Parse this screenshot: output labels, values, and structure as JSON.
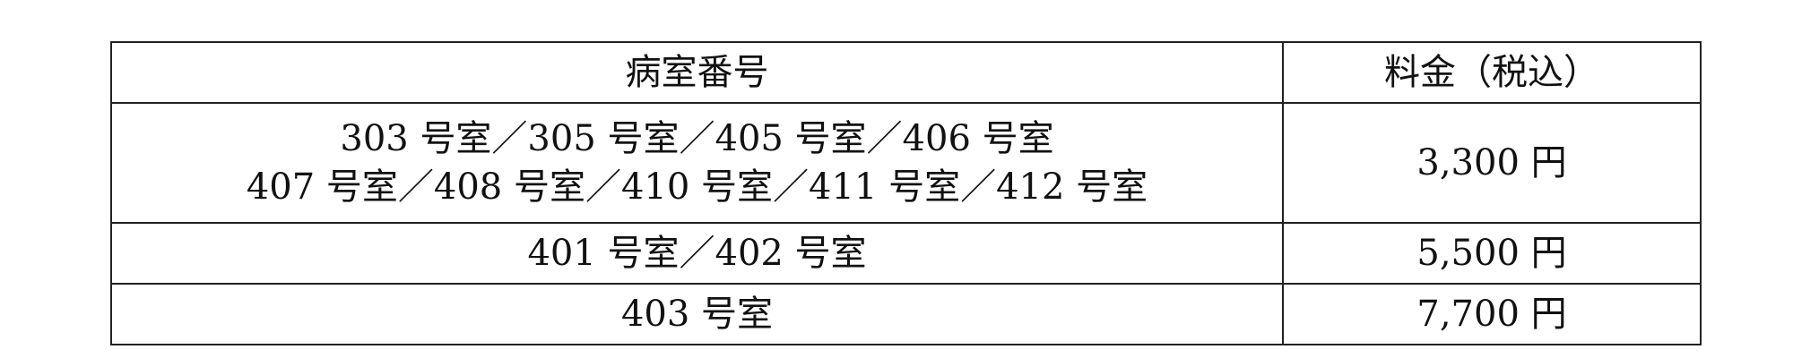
{
  "table": {
    "headers": {
      "room": "病室番号",
      "fee": "料金（税込）"
    },
    "rows": [
      {
        "room_lines": [
          "303 号室／305 号室／405 号室／406 号室",
          "407 号室／408 号室／410 号室／411 号室／412 号室"
        ],
        "fee": "3,300 円"
      },
      {
        "room_lines": [
          "401 号室／402 号室"
        ],
        "fee": "5,500 円"
      },
      {
        "room_lines": [
          "403 号室"
        ],
        "fee": "7,700 円"
      }
    ]
  }
}
